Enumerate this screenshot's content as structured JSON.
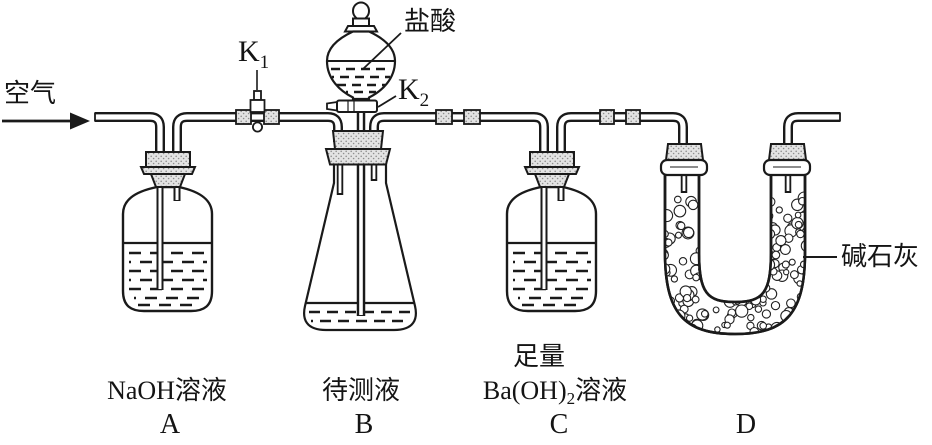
{
  "colors": {
    "ink": "#1a1a1a",
    "paper": "#ffffff",
    "stopper_gray": "#e3e3e3"
  },
  "diagram": {
    "air_inlet": {
      "label": "空气"
    },
    "valves": {
      "k1_base": "K",
      "k1_sub": "1",
      "k2_base": "K",
      "k2_sub": "2"
    },
    "separating_funnel": {
      "reagent": "盐酸"
    },
    "vessel_a": {
      "solution": "NaOH溶液",
      "letter": "A"
    },
    "vessel_b": {
      "solution": "待测液",
      "letter": "B"
    },
    "vessel_c": {
      "amount": "足量",
      "formula_base": "Ba(OH)",
      "formula_sub": "2",
      "formula_suffix": "溶液",
      "letter": "C"
    },
    "vessel_d": {
      "contents": "碱石灰",
      "letter": "D"
    }
  }
}
